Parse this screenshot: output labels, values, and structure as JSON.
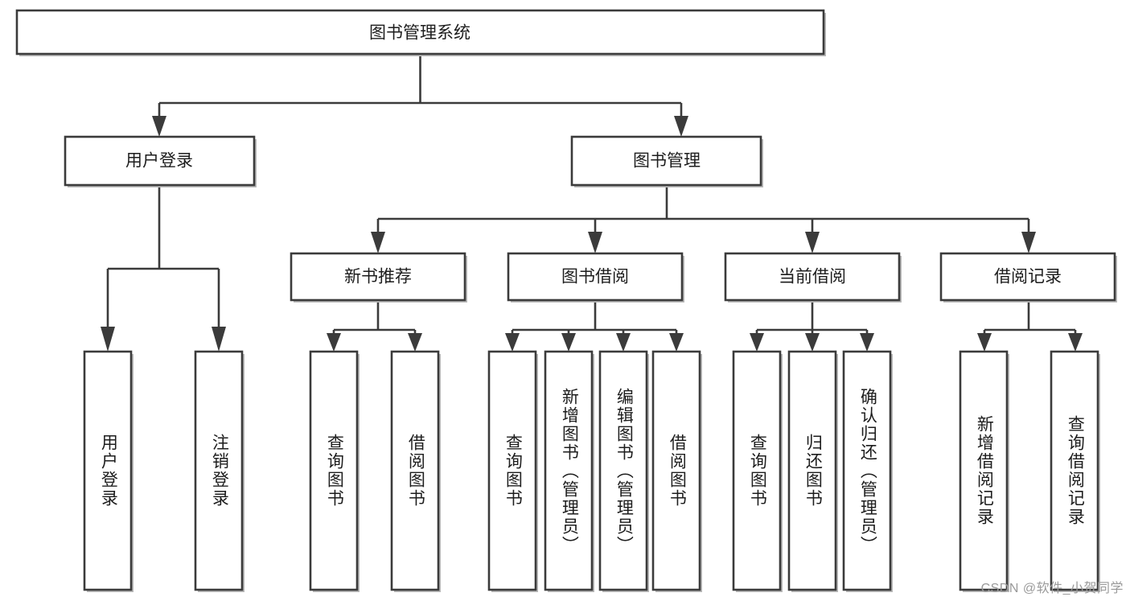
{
  "diagram": {
    "type": "tree-hierarchy",
    "title": "图书管理系统",
    "root": {
      "label": "图书管理系统"
    },
    "level2": [
      {
        "label": "用户登录"
      },
      {
        "label": "图书管理"
      }
    ],
    "level3": [
      {
        "label": "新书推荐"
      },
      {
        "label": "图书借阅"
      },
      {
        "label": "当前借阅"
      },
      {
        "label": "借阅记录"
      }
    ],
    "leaves": {
      "user_login": [
        {
          "label": "用户登录"
        },
        {
          "label": "注销登录"
        }
      ],
      "new_book_recommend": [
        {
          "label": "查询图书"
        },
        {
          "label": "借阅图书"
        }
      ],
      "book_borrow": [
        {
          "label": "查询图书"
        },
        {
          "label": "新增图书（管理员）"
        },
        {
          "label": "编辑图书（管理员）"
        },
        {
          "label": "借阅图书"
        }
      ],
      "current_borrow": [
        {
          "label": "查询图书"
        },
        {
          "label": "归还图书"
        },
        {
          "label": "确认归还（管理员）"
        }
      ],
      "borrow_record": [
        {
          "label": "新增借阅记录"
        },
        {
          "label": "查询借阅记录"
        }
      ]
    }
  },
  "watermark": {
    "text": "CSDN @软件_小贺同学"
  },
  "colors": {
    "border": "#3b3b3b",
    "background": "#ffffff",
    "text": "#1d1d1d",
    "watermark": "#9a9a9a",
    "shadow": "#b9b9b9"
  }
}
